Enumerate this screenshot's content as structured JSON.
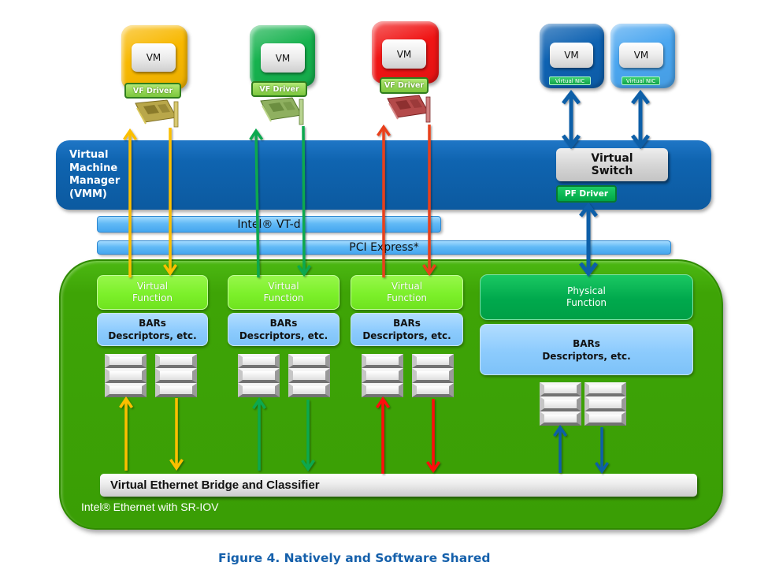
{
  "colors": {
    "vm_yellow": "#f8b800",
    "vm_green": "#16b24e",
    "vm_red": "#f01414",
    "vm_dark_blue": "#0e62b2",
    "vm_light_blue": "#4aa6f0",
    "vmm": "#0f64b0",
    "adapter_green": "#3ea406",
    "figure_caption": "#1560ab",
    "arrow_yellow": "#fbbf00",
    "arrow_green": "#0aa84f",
    "arrow_red_upper": "#e8401c",
    "arrow_red_lower": "#ff0a0a",
    "arrow_blue": "#0f5fa8"
  },
  "direct_assigned_vms": [
    {
      "name": "VM",
      "driver": "VF Driver"
    },
    {
      "name": "VM",
      "driver": "VF Driver"
    },
    {
      "name": "VM",
      "driver": "VF Driver"
    }
  ],
  "software_vms": [
    {
      "name": "VM",
      "nic": "Virtual NIC"
    },
    {
      "name": "VM",
      "nic": "Virtual NIC"
    }
  ],
  "vmm": {
    "title_lines": [
      "Virtual",
      "Machine",
      "Manager",
      "(VMM)"
    ],
    "virtual_switch_lines": [
      "Virtual",
      "Switch"
    ],
    "pf_driver": "PF Driver"
  },
  "interconnect": {
    "vtd": "Intel® VT-d",
    "pcie": "PCI Express*"
  },
  "adapter": {
    "virtual_functions": [
      {
        "title_lines": [
          "Virtual",
          "Function"
        ],
        "bars_lines": [
          "BARs",
          "Descriptors, etc."
        ]
      },
      {
        "title_lines": [
          "Virtual",
          "Function"
        ],
        "bars_lines": [
          "BARs",
          "Descriptors, etc."
        ]
      },
      {
        "title_lines": [
          "Virtual",
          "Function"
        ],
        "bars_lines": [
          "BARs",
          "Descriptors, etc."
        ]
      }
    ],
    "physical_function": {
      "title_lines": [
        "Physical",
        "Function"
      ],
      "bars_lines": [
        "BARs",
        "Descriptors, etc."
      ]
    },
    "bridge": "Virtual Ethernet Bridge and Classifier",
    "label": "Intel® Ethernet with SR-IOV"
  },
  "figure": {
    "caption": "Figure 4. Natively and Software Shared"
  }
}
